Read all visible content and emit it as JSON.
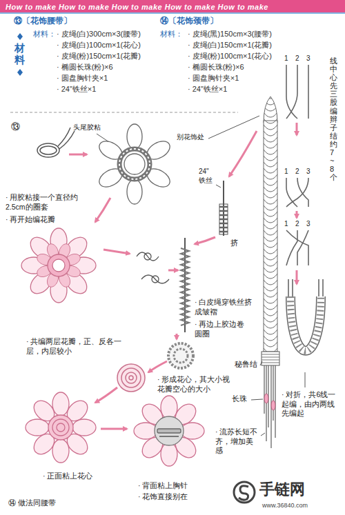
{
  "diagram": {
    "nodes": [
      {
        "text": [
          "How to make How to make How to make How to make How to make"
        ]
      }
    ],
    "labels": [
      "⑬〔花饰腰带〕",
      "材料：",
      "· 皮绳(白)300cm×3(腰带)",
      "· 皮绳(白)100cm×1(花心)",
      "· 皮绳(粉)150cm×1(花瓣)",
      "· 椭圆长珠(粉)×6",
      "· 圆盘胸针夹×1",
      "· 24\"铁丝×1",
      "⑭〔花饰颈带〕",
      "材料：",
      "· 皮绳(黑)150cm×3(腰带)",
      "· 皮绳(白)150cm×1(花瓣)",
      "· 皮绳(粉)100cm×1(花心)",
      "· 椭圆长珠(粉)×6",
      "· 圆盘胸针夹×1",
      "· 24\"铁丝×1",
      "材料",
      "线中心先三股编辫子结约7~8个",
      "⑬",
      "头尾胶粘",
      "别花饰处",
      "24\" 铁丝",
      "· 用胶粘接一个直径约2.5cm的圈套",
      "· 再开始编花瓣",
      "挤",
      "· 白皮绳穿铁丝挤成皱褶",
      "· 再边上胶边卷圆圈",
      "· 共编两层花瓣，正、反各一层，内层较小",
      "秘鲁结",
      "· 形成花心，其大小视花瓣空心的大小",
      "长珠",
      "· 对折，共6线一起编，由内两线先编起",
      "· 流苏长短不齐，增加美感",
      "· 正面粘上花心",
      "· 背面粘上胸针",
      "· 花饰直接别在",
      "⑭ 做法同腰带",
      "手链网",
      "www.36840.com",
      "1",
      "2",
      "3",
      "1",
      "2",
      "3",
      "1",
      "2",
      "3"
    ]
  }
}
